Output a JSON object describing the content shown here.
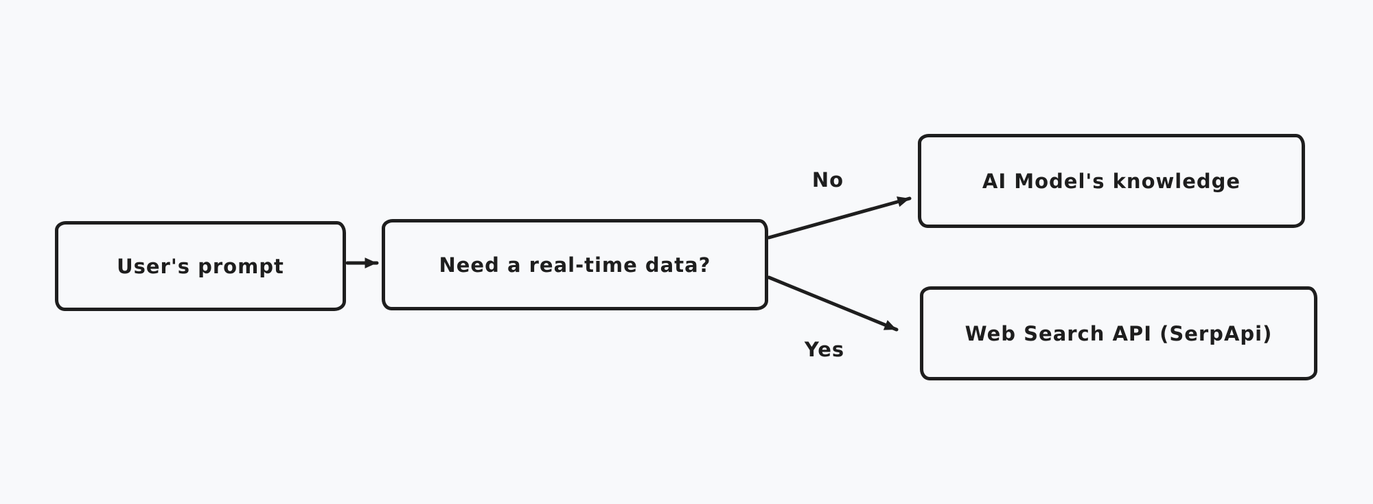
{
  "diagram": {
    "background_color": "#f8f9fb",
    "stroke_color": "#1e1e1e"
  },
  "nodes": {
    "user_prompt": {
      "label": "User's prompt"
    },
    "decision": {
      "label": "Need a real-time data?"
    },
    "ai_knowledge": {
      "label": "AI Model's knowledge"
    },
    "web_search": {
      "label": "Web Search API (SerpApi)"
    }
  },
  "edges": {
    "prompt_to_decision": {
      "from": "user_prompt",
      "to": "decision"
    },
    "no": {
      "label": "No",
      "from": "decision",
      "to": "ai_knowledge"
    },
    "yes": {
      "label": "Yes",
      "from": "decision",
      "to": "web_search"
    }
  }
}
